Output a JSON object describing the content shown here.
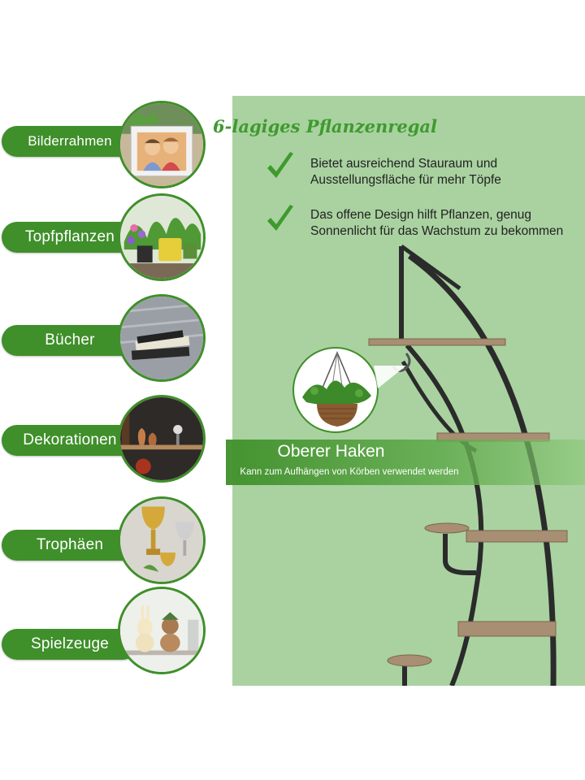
{
  "categories": [
    {
      "label": "Bilderrahmen",
      "icon": "picture-frame-photo"
    },
    {
      "label": "Topfpflanzen",
      "icon": "potted-plants-photo"
    },
    {
      "label": "Bücher",
      "icon": "books-photo"
    },
    {
      "label": "Dekorationen",
      "icon": "decorations-photo"
    },
    {
      "label": "Trophäen",
      "icon": "trophies-photo"
    },
    {
      "label": "Spielzeuge",
      "icon": "toys-photo"
    }
  ],
  "panel": {
    "title": "6-lagiges Pflanzenregal",
    "features": [
      "Bietet ausreichend Stauraum und Ausstellungsfläche für mehr Töpfe",
      "Das offene Design hilft Pflanzen, genug Sonnenlicht für das Wachstum zu bekommen"
    ],
    "hook_title": "Oberer Haken",
    "hook_subtitle": "Kann zum Aufhängen von Körben verwendet werden"
  },
  "colors": {
    "accent_green": "#3f8f2a",
    "panel_green": "#a9d2a0",
    "title_green": "#3f9a2e",
    "metal": "#2b2b2b",
    "wood": "#a88e72"
  }
}
